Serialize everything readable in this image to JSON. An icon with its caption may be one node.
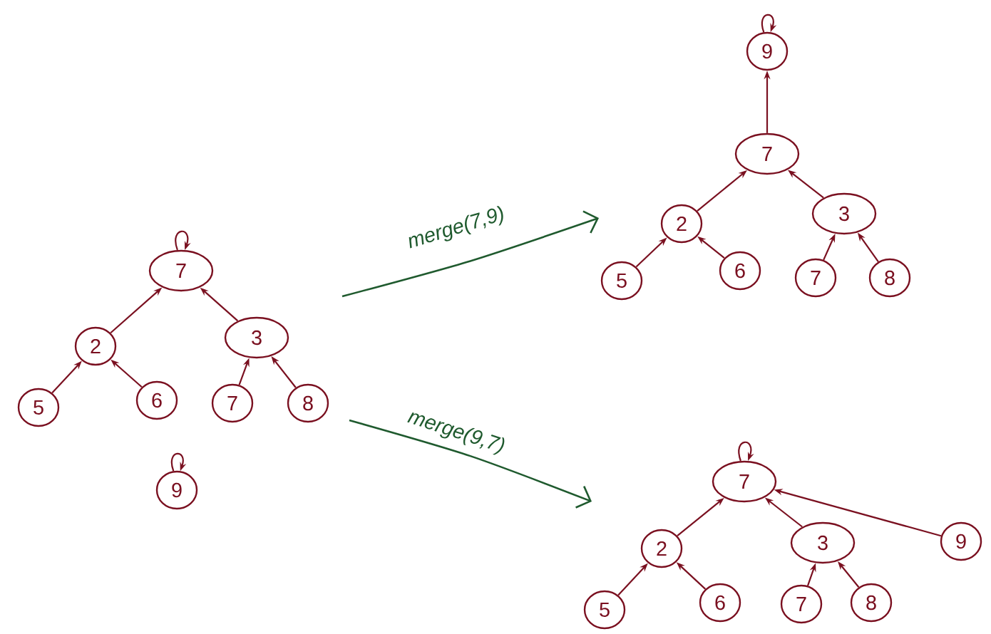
{
  "diagram": {
    "nodes": [
      {
        "text": [
          "7"
        ]
      },
      {
        "text": [
          "2"
        ]
      },
      {
        "text": [
          "3"
        ]
      },
      {
        "text": [
          "5"
        ]
      },
      {
        "text": [
          "6"
        ]
      },
      {
        "text": [
          "7"
        ]
      },
      {
        "text": [
          "8"
        ]
      },
      {
        "text": [
          "9"
        ]
      },
      {
        "text": [
          "9"
        ]
      },
      {
        "text": [
          "7"
        ]
      },
      {
        "text": [
          "2"
        ]
      },
      {
        "text": [
          "3"
        ]
      },
      {
        "text": [
          "5"
        ]
      },
      {
        "text": [
          "6"
        ]
      },
      {
        "text": [
          "7"
        ]
      },
      {
        "text": [
          "8"
        ]
      },
      {
        "text": [
          "7"
        ]
      },
      {
        "text": [
          "2"
        ]
      },
      {
        "text": [
          "3"
        ]
      },
      {
        "text": [
          "5"
        ]
      },
      {
        "text": [
          "6"
        ]
      },
      {
        "text": [
          "7"
        ]
      },
      {
        "text": [
          "8"
        ]
      },
      {
        "text": [
          "9"
        ]
      }
    ],
    "edges": [
      {
        "from": 0,
        "to": 0,
        "arrow": "to"
      },
      {
        "from": 1,
        "to": 0,
        "arrow": "to"
      },
      {
        "from": 2,
        "to": 0,
        "arrow": "to"
      },
      {
        "from": 3,
        "to": 1,
        "arrow": "to"
      },
      {
        "from": 4,
        "to": 1,
        "arrow": "to"
      },
      {
        "from": 5,
        "to": 2,
        "arrow": "to"
      },
      {
        "from": 6,
        "to": 2,
        "arrow": "to"
      },
      {
        "from": 7,
        "to": 7,
        "arrow": "to"
      },
      {
        "from": 8,
        "to": 8,
        "arrow": "to"
      },
      {
        "from": 9,
        "to": 8,
        "arrow": "to"
      },
      {
        "from": 10,
        "to": 9,
        "arrow": "to"
      },
      {
        "from": 11,
        "to": 9,
        "arrow": "to"
      },
      {
        "from": 12,
        "to": 10,
        "arrow": "to"
      },
      {
        "from": 13,
        "to": 10,
        "arrow": "to"
      },
      {
        "from": 14,
        "to": 11,
        "arrow": "to"
      },
      {
        "from": 15,
        "to": 11,
        "arrow": "to"
      },
      {
        "from": 16,
        "to": 16,
        "arrow": "to"
      },
      {
        "from": 17,
        "to": 16,
        "arrow": "to"
      },
      {
        "from": 18,
        "to": 16,
        "arrow": "to"
      },
      {
        "from": 23,
        "to": 16,
        "arrow": "to"
      },
      {
        "from": 19,
        "to": 17,
        "arrow": "to"
      },
      {
        "from": 20,
        "to": 17,
        "arrow": "to"
      },
      {
        "from": 21,
        "to": 18,
        "arrow": "to"
      },
      {
        "from": 22,
        "to": 18,
        "arrow": "to"
      }
    ],
    "labels": [
      "merge(7,9)",
      "merge(9,7)"
    ]
  }
}
